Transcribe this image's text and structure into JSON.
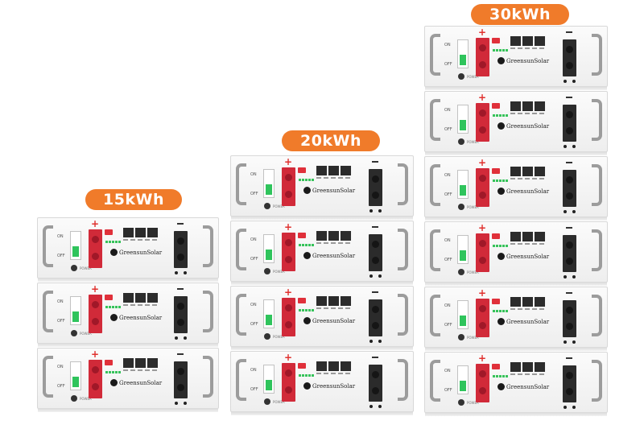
{
  "columns": [
    {
      "label": "15kWh",
      "modules": 3
    },
    {
      "label": "20kWh",
      "modules": 4
    },
    {
      "label": "30kWh",
      "modules": 6
    }
  ],
  "module": {
    "switch_on": "ON",
    "switch_off": "OFF",
    "power_label": "POWER",
    "brand_name": "GreensunSolar",
    "positive_symbol": "+"
  },
  "colors": {
    "capacity_badge": "#f07b2a",
    "positive_terminal": "#d12a39",
    "negative_terminal": "#2b2b2b",
    "breaker_indicator": "#2fc45c"
  }
}
